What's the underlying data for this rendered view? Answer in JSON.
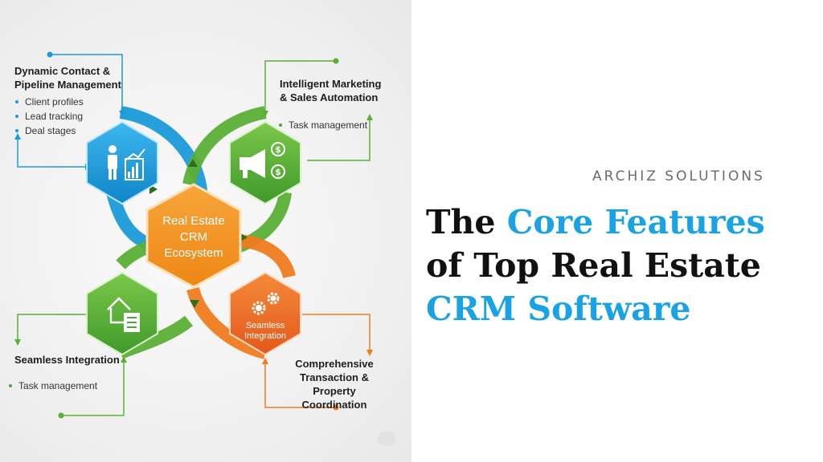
{
  "brand": "ARCHIZ SOLUTIONS",
  "headline": {
    "line1_plain": "The ",
    "line1_accent": "Core Features",
    "line2": "of Top Real Estate",
    "line3_accent": "CRM Software"
  },
  "colors": {
    "accent": "#1aa3e4",
    "blue": "#1a9ad8",
    "green": "#5aaf35",
    "orange": "#f08a1f",
    "orange_red": "#e8621c",
    "text_dark": "#111111"
  },
  "diagram": {
    "center": {
      "line1": "Real Estate",
      "line2": "CRM",
      "line3": "Ecosystem"
    },
    "top_left": {
      "title_line1": "Dynamic Contact &",
      "title_line2": "Pipeline Management",
      "bullets": [
        "Client profiles",
        "Lead tracking",
        "Deal stages"
      ],
      "icon": "person-chart-icon"
    },
    "top_right": {
      "title_line1": "Intelligent Marketing",
      "title_line2": "& Sales Automation",
      "bullets": [
        "Task management"
      ],
      "icon": "megaphone-dollar-icon"
    },
    "bottom_left": {
      "title": "Seamless Integration",
      "bullets": [
        "Task management"
      ],
      "icon": "house-document-icon"
    },
    "bottom_right": {
      "hex_line1": "Seamless",
      "hex_line2": "Integration",
      "title_line1": "Comprehensive",
      "title_line2": "Transaction & Property",
      "title_line3": "Coordination",
      "icon": "gears-icon"
    }
  }
}
